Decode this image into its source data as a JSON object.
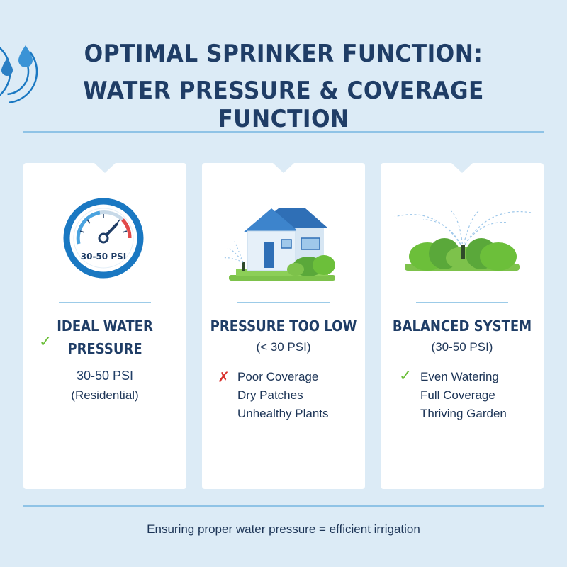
{
  "header": {
    "title_line1": "OPTIMAL SPRINKER FUNCTION:",
    "title_line2": "WATER PRESSURE & COVERAGE FUNCTION"
  },
  "cards": [
    {
      "gauge_label": "30-50 PSI",
      "heading_line1": "IDEAL WATER",
      "heading_line2": "PRESSURE",
      "value": "30-50 PSI",
      "note": "(Residential)"
    },
    {
      "heading": "PRESSURE TOO LOW",
      "sub": "(< 30 PSI)",
      "items": [
        "Poor Coverage",
        "Dry Patches",
        "Unhealthy Plants"
      ]
    },
    {
      "heading": "BALANCED SYSTEM",
      "sub": "(30-50 PSI)",
      "items": [
        "Even Watering",
        "Full Coverage",
        "Thriving Garden"
      ]
    }
  ],
  "footer": "Ensuring proper water pressure = efficient irrigation",
  "colors": {
    "background": "#dcebf6",
    "title": "#1f3d66",
    "accent_blue": "#1a78c2",
    "check_green": "#6cbf3a",
    "cross_red": "#d9302c"
  },
  "icons": [
    "water-drop-icon",
    "pressure-gauge-icon",
    "house-icon",
    "sprinkler-garden-icon",
    "check-icon",
    "cross-icon"
  ]
}
